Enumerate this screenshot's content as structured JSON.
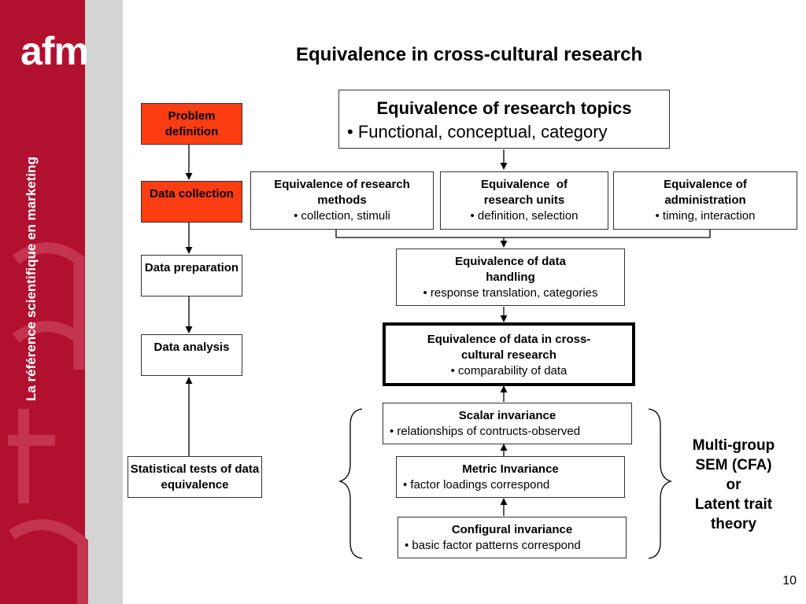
{
  "brand": {
    "logo": "afm",
    "tagline": "La référence scientifique en marketing",
    "colors": {
      "red": "#b2102f",
      "grey": "#d4d4d4",
      "highlight": "#ff3d12"
    }
  },
  "title": "Equivalence in cross-cultural research",
  "process_steps": [
    {
      "label": "Problem definition",
      "highlighted": true
    },
    {
      "label": "Data collection",
      "highlighted": true
    },
    {
      "label": "Data preparation",
      "highlighted": false
    },
    {
      "label": "Data analysis",
      "highlighted": false
    },
    {
      "label": "Statistical tests of data equivalence",
      "highlighted": false
    }
  ],
  "topics": {
    "head": "Equivalence of research topics",
    "sub": "• Functional, conceptual, category"
  },
  "methods": {
    "head": "Equivalence of research methods",
    "sub": "• collection, stimuli"
  },
  "units": {
    "head": "Equivalence  of research units",
    "sub": "• definition, selection"
  },
  "administration": {
    "head": "Equivalence of administration",
    "sub": "• timing, interaction"
  },
  "handling": {
    "head": "Equivalence of data handling",
    "sub": "• response translation, categories"
  },
  "cross_cultural": {
    "head": "Equivalence of data in cross-cultural research",
    "sub": "• comparability of data"
  },
  "scalar": {
    "head": "Scalar invariance",
    "sub": "• relationships of contructs-observed"
  },
  "metric": {
    "head": "Metric Invariance",
    "sub": "• factor loadings correspond"
  },
  "configural": {
    "head": "Configural invariance",
    "sub": "• basic factor patterns correspond"
  },
  "methods_note": {
    "line1": "Multi-group",
    "line2": "SEM (CFA)",
    "line3": "or",
    "line4": "Latent trait",
    "line5": "theory"
  },
  "page_number": "10"
}
